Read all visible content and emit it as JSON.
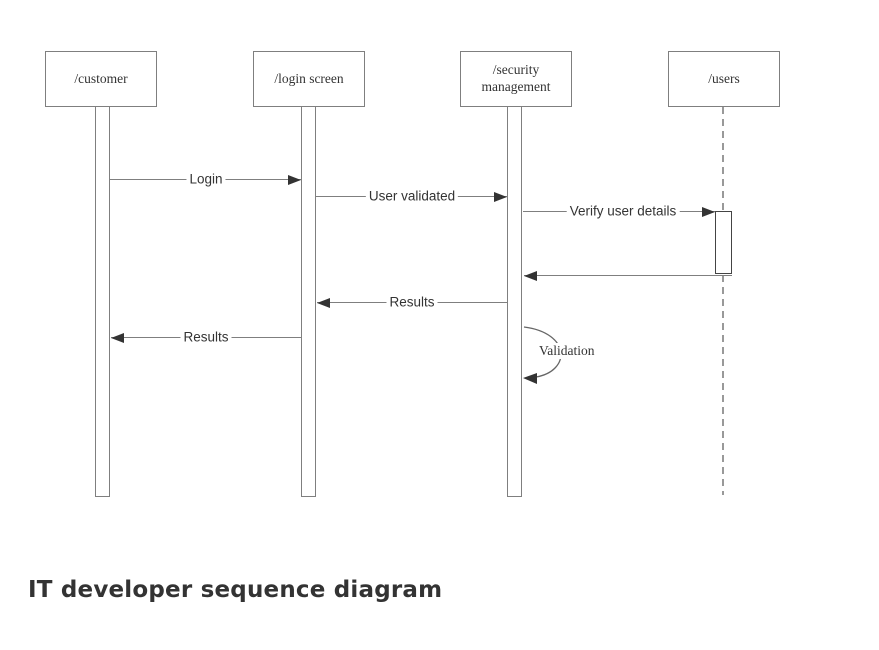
{
  "title": {
    "text": "IT developer sequence diagram"
  },
  "actors": [
    {
      "label": "/customer"
    },
    {
      "label": "/login screen"
    },
    {
      "label": "/security management"
    },
    {
      "label": "/users"
    }
  ],
  "messages": {
    "login": "Login",
    "user_validated": "User validated",
    "verify_user_details": "Verify user details",
    "results_to_login": "Results",
    "results_to_customer": "Results",
    "validation": "Validation"
  },
  "colors": {
    "line": "#7f7f7f",
    "arrowhead": "#333333",
    "lifeline_dash": "#999999",
    "text": "#333333"
  }
}
